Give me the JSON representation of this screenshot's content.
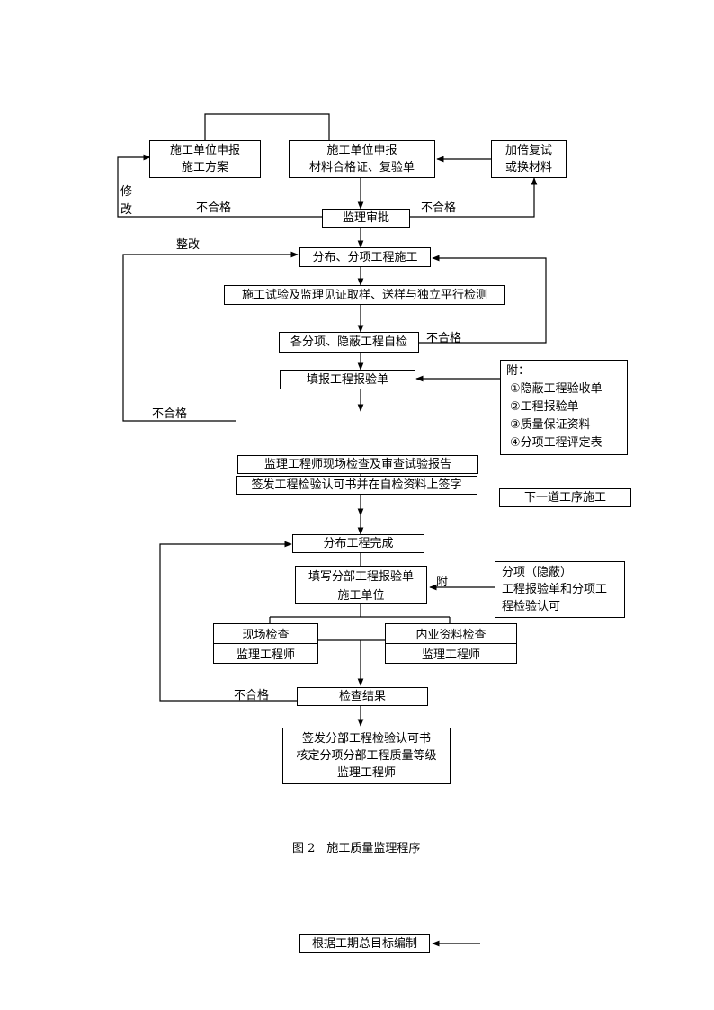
{
  "nodes": {
    "submit_plan": [
      "施工单位申报",
      "施工方案"
    ],
    "submit_materials": [
      "施工单位申报",
      "材料合格证、复验单"
    ],
    "retest": [
      "加倍复试",
      "或换材料"
    ],
    "supervisor_review": "监理审批",
    "sub_construction": "分布、分项工程施工",
    "construction_test": "施工试验及监理见证取样、送样与独立平行检测",
    "self_inspection": "各分项、隐蔽工程自检",
    "fill_report": "填报工程报验单",
    "engineer_check": "监理工程师现场检查及审查试验报告",
    "sign_permit": "签发工程检验认可书并在自检资料上签字",
    "next_process": "下一道工序施工",
    "division_complete": "分布工程完成",
    "fill_division": [
      "填写分部工程报验单",
      "施工单位"
    ],
    "site_check": [
      "现场检查",
      "监理工程师"
    ],
    "doc_check": [
      "内业资料检查",
      "监理工程师"
    ],
    "check_result": "检查结果",
    "sign_division": [
      "签发分部工程检验认可书",
      "核定分项分部工程质量等级",
      "监理工程师"
    ],
    "schedule": "根据工期总目标编制"
  },
  "attachments": {
    "title": "附：",
    "items": [
      "①隐蔽工程验收单",
      "②工程报验单",
      "③质量保证资料",
      "④分项工程评定表"
    ]
  },
  "attachment2": [
    "分项（隐蔽）",
    "工程报验单和分项工",
    "程检验认可"
  ],
  "labels": {
    "modify_1": "修",
    "modify_2": "改",
    "fail": "不合格",
    "rectify": "整改",
    "attached": "附"
  },
  "caption": "图 2　施工质量监理程序"
}
